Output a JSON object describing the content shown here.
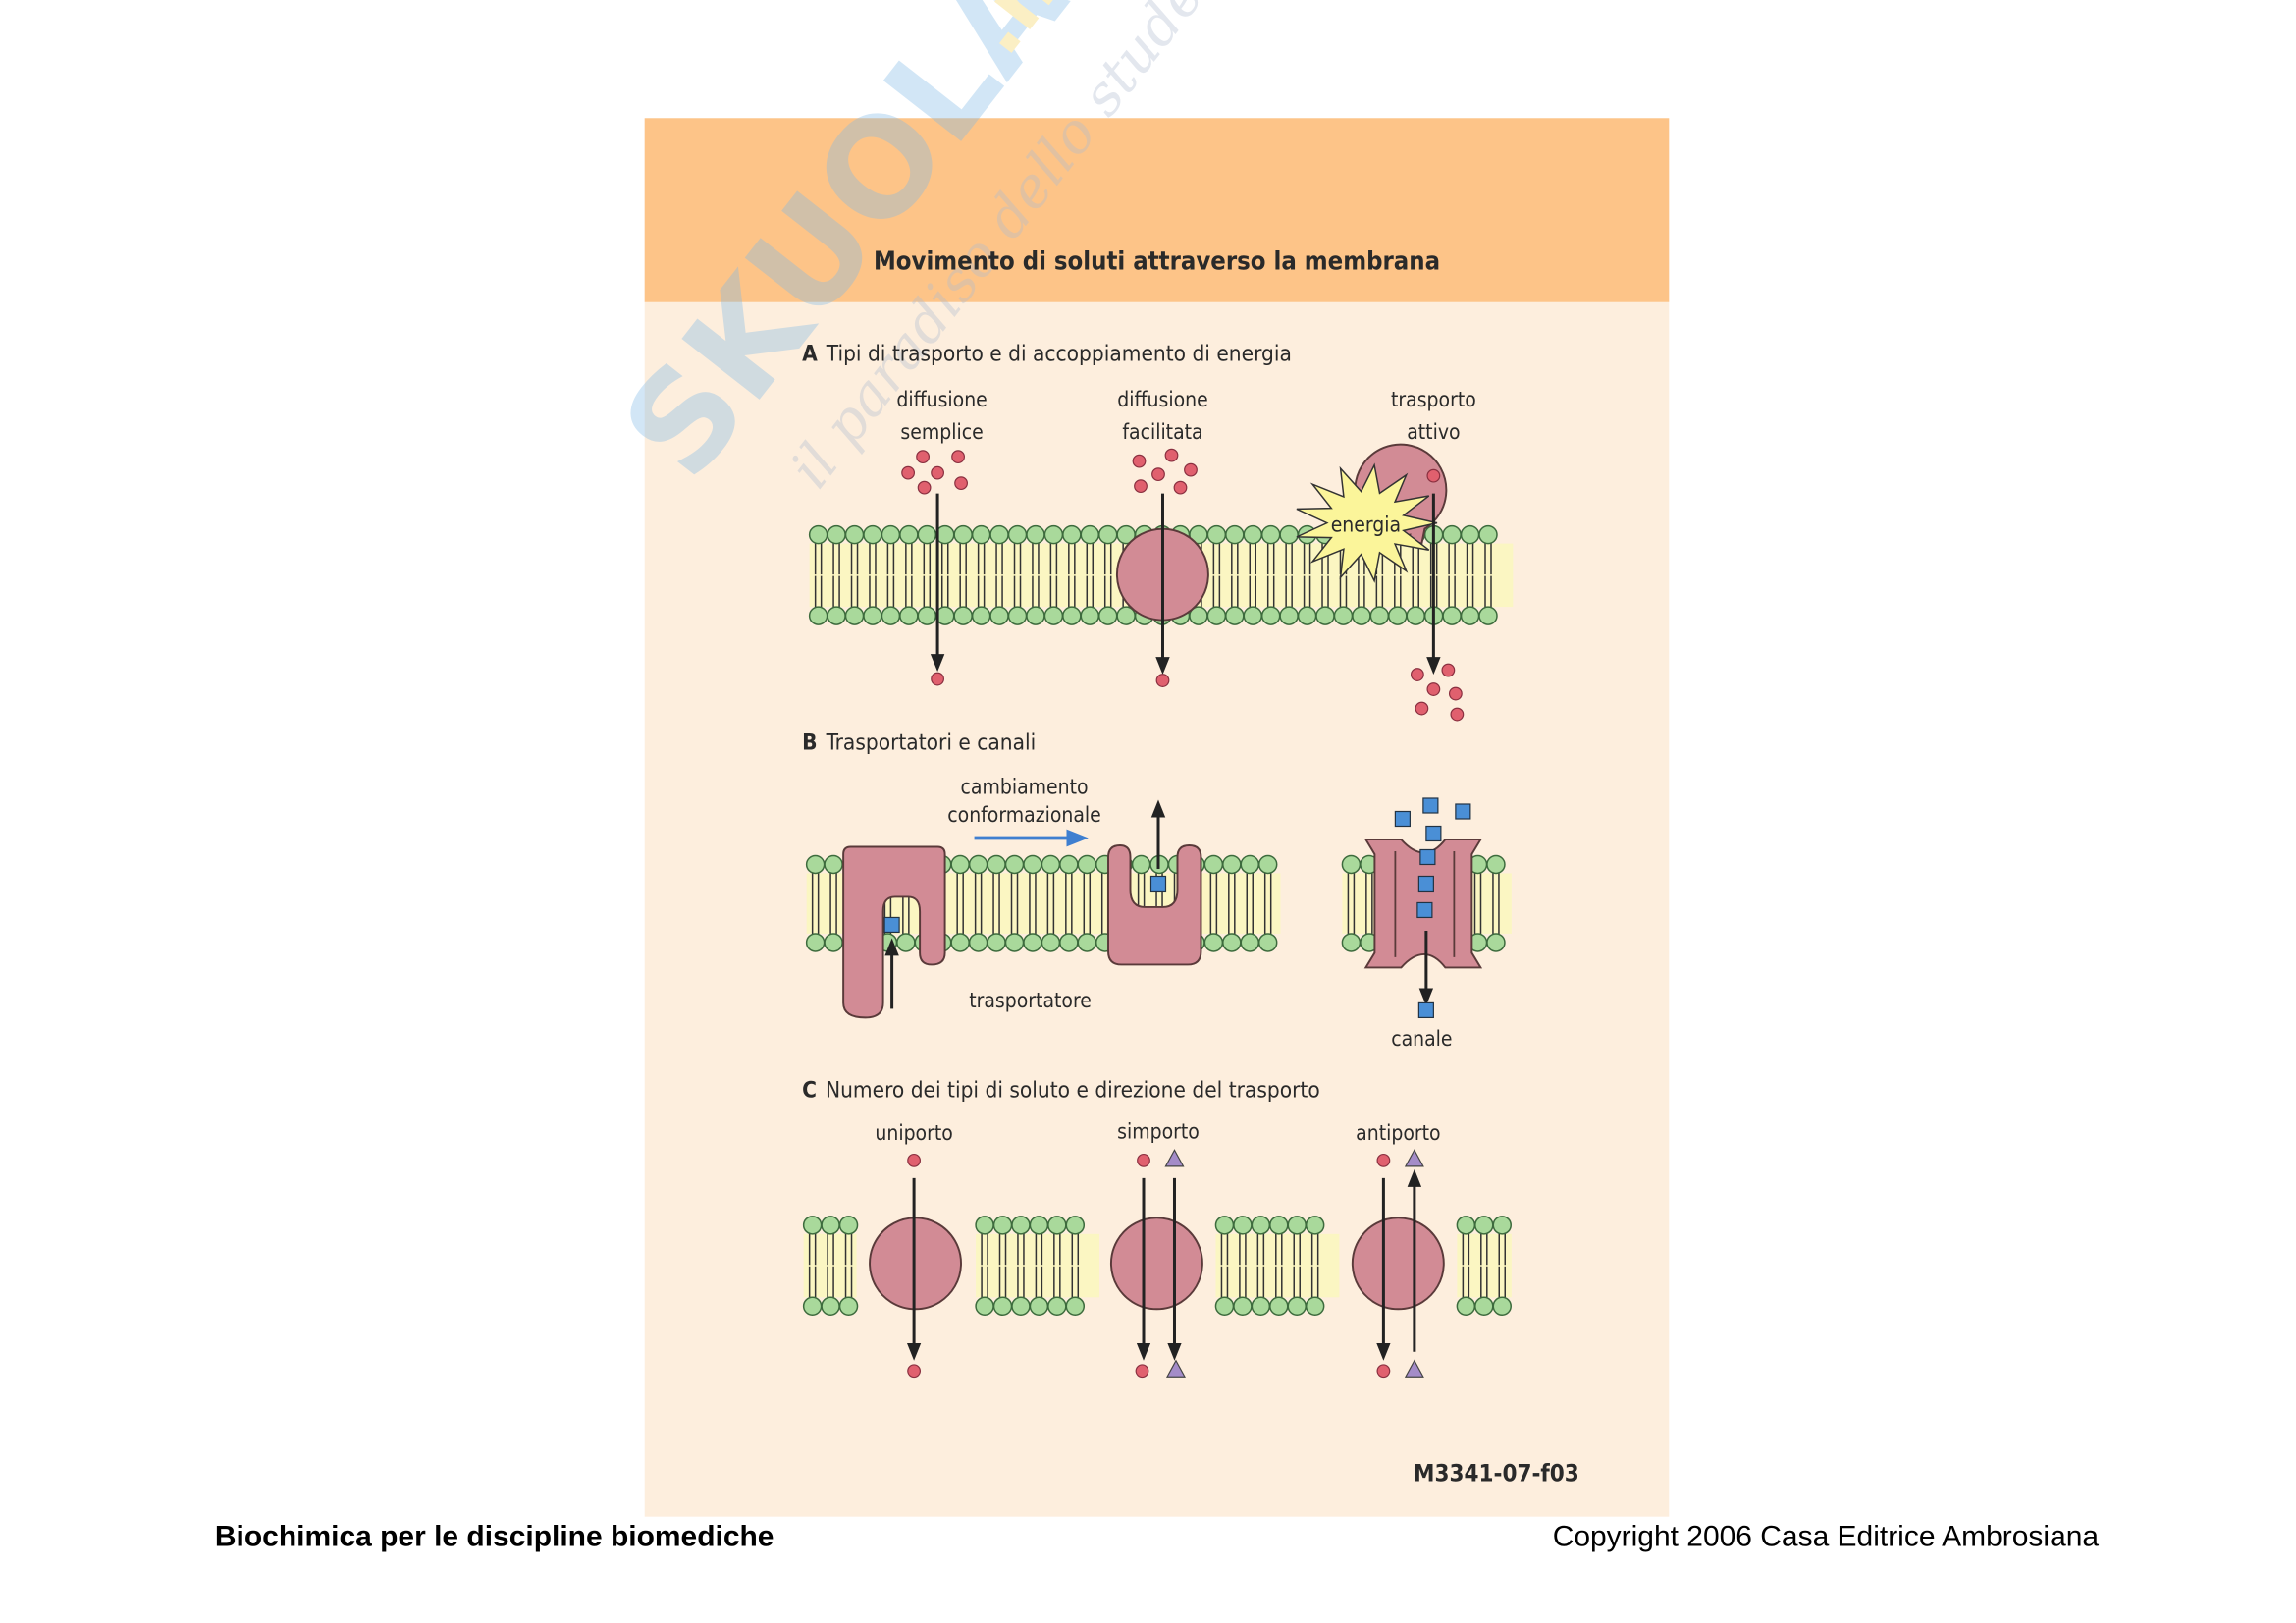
{
  "title": "Movimento di soluti attraverso la membrana",
  "watermark": {
    "brand": "SKUOLA.net",
    "slogan": "il paradiso dello studente"
  },
  "sectionA": {
    "letter": "A",
    "heading": "Tipi di trasporto e di accoppiamento di energia",
    "labels": [
      [
        "diffusione",
        "semplice"
      ],
      [
        "diffusione",
        "facilitata"
      ],
      [
        "trasporto",
        "attivo"
      ]
    ],
    "energy": "energia"
  },
  "sectionB": {
    "letter": "B",
    "heading": "Trasportatori e canali",
    "change": [
      "cambiamento",
      "conformazionale"
    ],
    "transporter": "trasportatore",
    "channel": "canale"
  },
  "sectionC": {
    "letter": "C",
    "heading": "Numero dei tipi di soluto e direzione del trasporto",
    "labels": [
      "uniporto",
      "simporto",
      "antiporto"
    ]
  },
  "figure_code": "M3341-07-f03",
  "footer": {
    "left": "Biochimica per le discipline biomediche",
    "right": "Copyright 2006 Casa Editrice Ambrosiana"
  },
  "colors": {
    "header": "#fdc488",
    "panel": "#fdeedd",
    "protein": "#d28b95",
    "head": "#a9d99b",
    "core": "#fbf6c2",
    "solute_dot": "#e0606e",
    "solute_square": "#4a8fd6",
    "solute_triangle": "#a48cc8",
    "arrow_blue": "#3f7fd0"
  }
}
